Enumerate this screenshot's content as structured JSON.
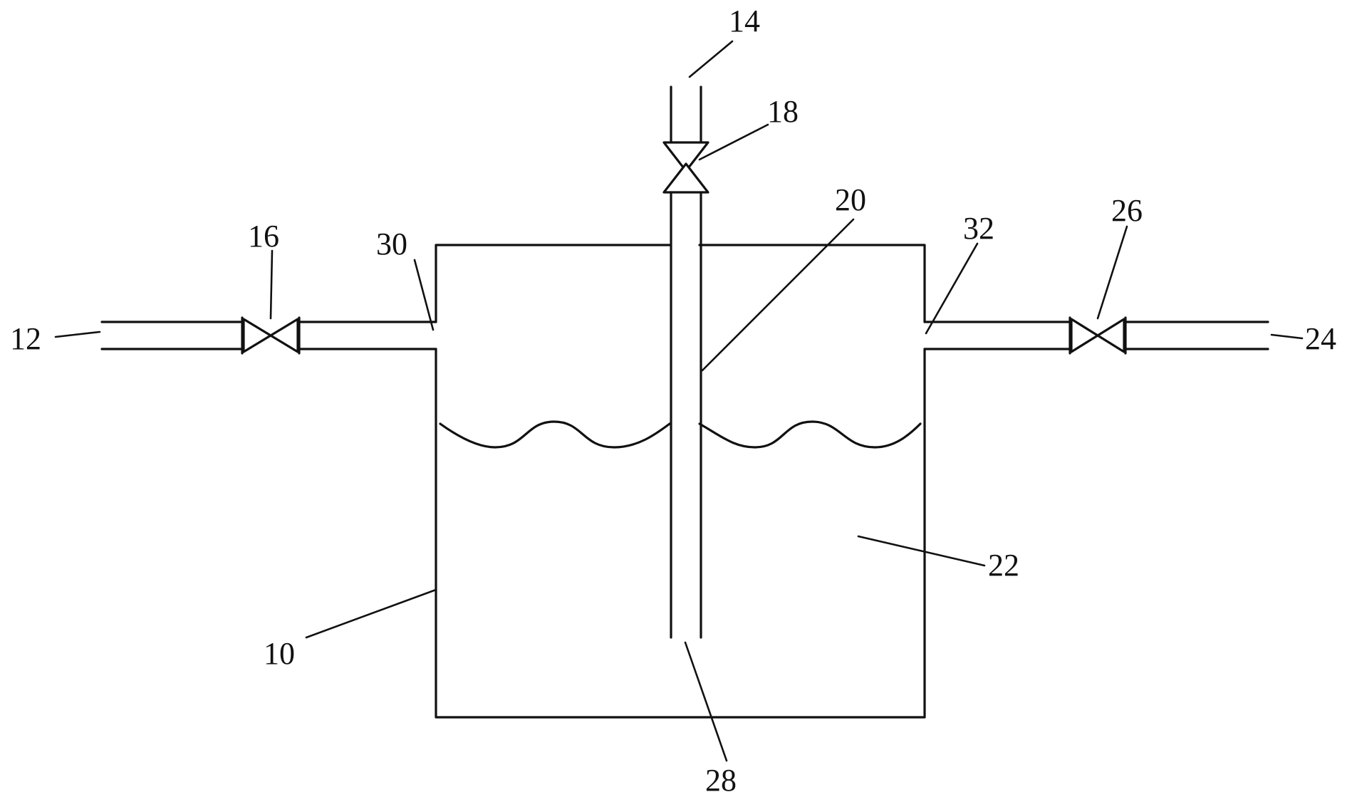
{
  "labels": {
    "vessel": "10",
    "inlet_pipe": "12",
    "top_inlet_pipe": "14",
    "inlet_valve": "16",
    "top_valve": "18",
    "dip_tube": "20",
    "liquid": "22",
    "outlet_pipe": "24",
    "outlet_valve": "26",
    "tube_outlet": "28",
    "inlet_port": "30",
    "outlet_port": "32"
  },
  "colors": {
    "line": "#111111",
    "background": "#ffffff"
  }
}
